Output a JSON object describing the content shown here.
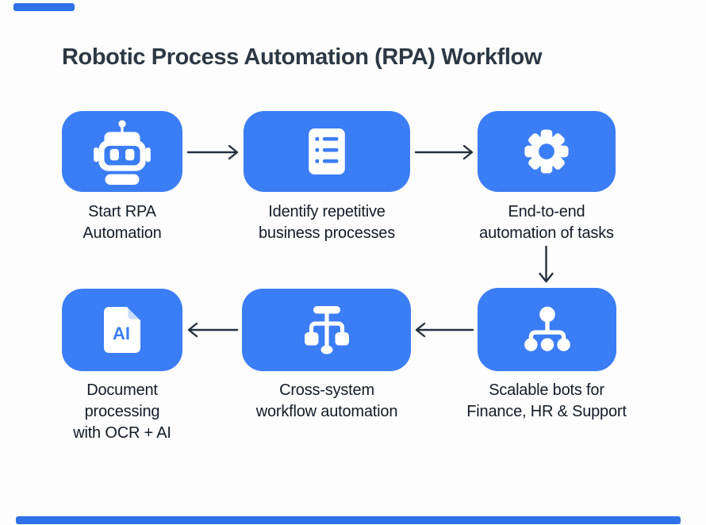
{
  "page": {
    "title": "Robotic Process Automation (RPA) Workflow"
  },
  "colors": {
    "box_blue": "#3b7df5",
    "bar_blue": "#2f72e8",
    "arrow_dark": "#25303f",
    "title_color": "#2d3845",
    "label_color": "#141b26",
    "icon_white": "#ffffff"
  },
  "nodes": [
    {
      "id": "start",
      "icon": "robot-icon",
      "label": "Start RPA\nAutomation"
    },
    {
      "id": "identify",
      "icon": "checklist-icon",
      "label": "Identify repetitive\nbusiness processes"
    },
    {
      "id": "end-to-end",
      "icon": "gear-icon",
      "label": "End-to-end\nautomation of tasks"
    },
    {
      "id": "scalable",
      "icon": "hierarchy-icon",
      "label": "Scalable bots for\nFinance, HR & Support"
    },
    {
      "id": "cross-system",
      "icon": "workflow-icon",
      "label": "Cross-system\nworkflow automation"
    },
    {
      "id": "document",
      "icon": "ai-document-icon",
      "label": "Document\nprocessing\nwith OCR + AI",
      "badge": "AI"
    }
  ],
  "arrows": [
    {
      "from": "start",
      "to": "identify",
      "direction": "right"
    },
    {
      "from": "identify",
      "to": "end-to-end",
      "direction": "right"
    },
    {
      "from": "end-to-end",
      "to": "scalable",
      "direction": "down"
    },
    {
      "from": "scalable",
      "to": "cross-system",
      "direction": "left"
    },
    {
      "from": "cross-system",
      "to": "document",
      "direction": "left"
    }
  ]
}
